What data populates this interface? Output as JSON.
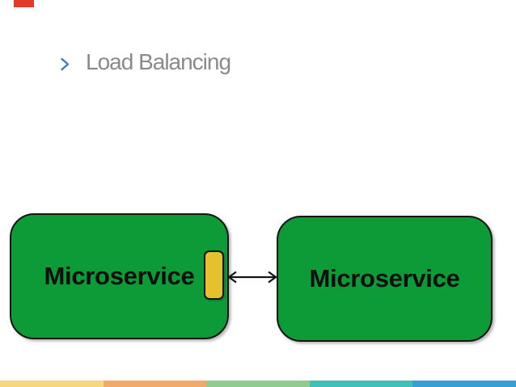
{
  "slide": {
    "title": "Load Balancing"
  },
  "diagram": {
    "boxes": [
      {
        "label": "Microservice"
      },
      {
        "label": "Microservice"
      }
    ],
    "connector": {
      "type": "double-headed-arrow"
    },
    "port": {
      "name": "load-balancer-port"
    }
  },
  "colors": {
    "background": "#ffffff",
    "title_text": "#8a8a8a",
    "bullet": "#3a7cb8",
    "box_fill": "#0d9b38",
    "box_border": "#141414",
    "port_fill": "#e3c22e",
    "arrow": "#141414",
    "corner_mark": "#e23b2c"
  },
  "footer": {
    "stripes": [
      {
        "name": "gold",
        "color": "#f6d77e"
      },
      {
        "name": "orange",
        "color": "#f2a96c"
      },
      {
        "name": "green",
        "color": "#90cb90"
      },
      {
        "name": "teal",
        "color": "#41bfb9"
      },
      {
        "name": "blue",
        "color": "#379fd3"
      }
    ]
  }
}
